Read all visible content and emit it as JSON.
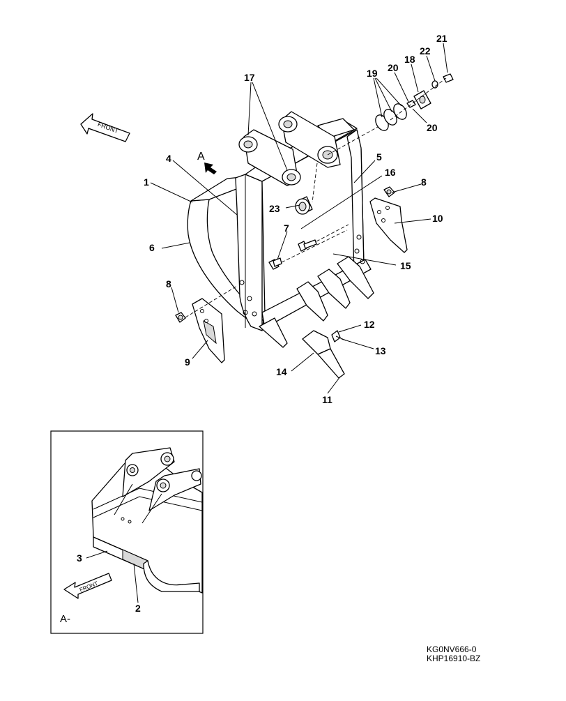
{
  "diagram": {
    "view_marker": "A",
    "front_label": "FRONT",
    "inset": {
      "title": "A-",
      "front_label": "FRONT",
      "callouts": [
        "3",
        "2"
      ]
    },
    "callouts": [
      "1",
      "4",
      "6",
      "17",
      "5",
      "16",
      "23",
      "7",
      "15",
      "8",
      "10",
      "19",
      "20",
      "18",
      "22",
      "21",
      "20",
      "8",
      "9",
      "12",
      "13",
      "14",
      "11"
    ],
    "codes": [
      "KG0NV666-0",
      "KHP16910-BZ"
    ]
  }
}
